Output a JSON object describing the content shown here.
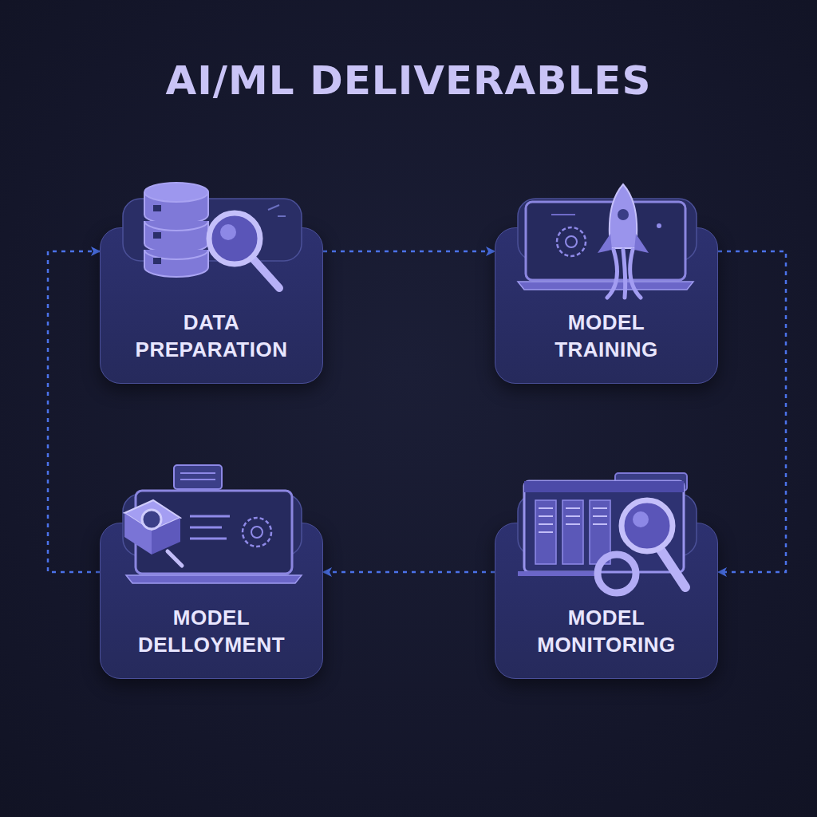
{
  "diagram": {
    "title": "AI/ML DELIVERABLES",
    "nodes": [
      {
        "text": [
          "DATA PREPARATION"
        ]
      },
      {
        "text": [
          "MODEL TRAINING"
        ]
      },
      {
        "text": [
          "MODEL MONITORING"
        ]
      },
      {
        "text": [
          "MODEL DELLOYMENT"
        ]
      }
    ],
    "edges": [
      {
        "from": 0,
        "to": 1,
        "arrow": "to"
      },
      {
        "from": 1,
        "to": 2,
        "arrow": "to"
      },
      {
        "from": 2,
        "to": 3,
        "arrow": "to"
      },
      {
        "from": 3,
        "to": 0,
        "arrow": "to"
      }
    ]
  }
}
